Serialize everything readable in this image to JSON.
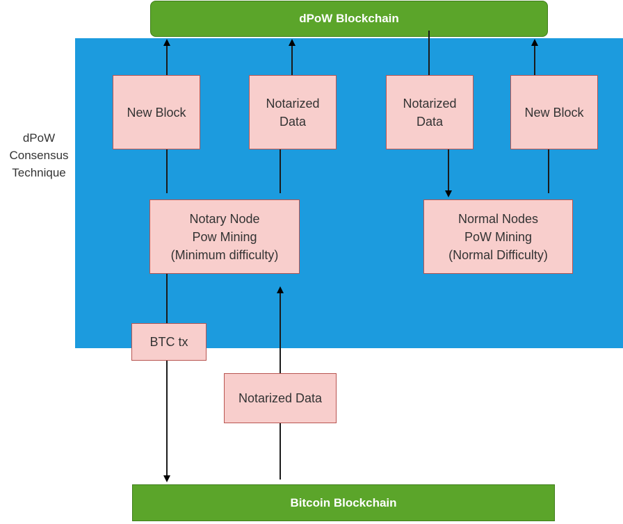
{
  "chains": {
    "dpow": "dPoW Blockchain",
    "bitcoin": "Bitcoin Blockchain"
  },
  "side_label": [
    "dPoW",
    "Consensus",
    "Technique"
  ],
  "boxes": {
    "new_block_left": [
      "New Block"
    ],
    "notarized_left": [
      "Notarized",
      "Data"
    ],
    "notarized_right": [
      "Notarized",
      "Data"
    ],
    "new_block_right": [
      "New Block"
    ],
    "notary_node": [
      "Notary Node",
      "Pow Mining",
      "(Minimum difficulty)"
    ],
    "normal_nodes": [
      "Normal Nodes",
      "PoW Mining",
      "(Normal Difficulty)"
    ],
    "btc_tx": [
      "BTC tx"
    ],
    "notarized_bottom": [
      "Notarized Data"
    ]
  },
  "colors": {
    "region": "#1c9bde",
    "chain": "#5ba52a",
    "box_fill": "#f8cecc",
    "box_border": "#b85450"
  }
}
